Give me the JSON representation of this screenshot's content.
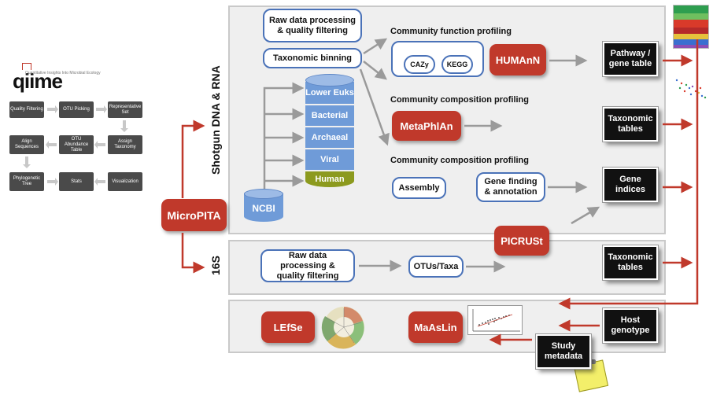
{
  "qiime": {
    "logo": "qiime",
    "tagline": "Quantitative Insights Into Microbial Ecology",
    "steps": [
      "Quality Filtering",
      "OTU Picking",
      "Representative Set",
      "Assign Taxonomy",
      "OTU Abundance Table",
      "Align Sequences",
      "Phylogenetic Tree",
      "Stats",
      "Visualization"
    ]
  },
  "micropita": "MicroPITA",
  "labels": {
    "shotgun": "Shotgun DNA & RNA",
    "s16": "16S"
  },
  "shotgun": {
    "raw_data": "Raw data processing & quality filtering",
    "taxonomic_binning": "Taxonomic binning",
    "community_function": "Community function profiling",
    "cazy": "CAZy",
    "kegg": "KEGG",
    "humann": "HUMAnN",
    "community_composition_1": "Community composition profiling",
    "metaphlan": "MetaPhlAn",
    "community_composition_2": "Community composition profiling",
    "assembly": "Assembly",
    "gene_finding": "Gene finding & annotation",
    "db_segments": [
      "Lower Euks",
      "Bacterial",
      "Archaeal",
      "Viral",
      "Human"
    ],
    "ncbi": "NCBI"
  },
  "picrust": "PICRUSt",
  "s16": {
    "raw_data": "Raw data processing & quality filtering",
    "otus": "OTUs/Taxa"
  },
  "outputs": {
    "pathway": "Pathway / gene table",
    "taxonomic_1": "Taxonomic tables",
    "gene_indices": "Gene indices",
    "taxonomic_2": "Taxonomic tables",
    "host_genotype": "Host genotype",
    "study_metadata": "Study metadata"
  },
  "bottom": {
    "lefse": "LEfSe",
    "maaslin": "MaAsLin"
  },
  "colors": {
    "red": "#c0392b",
    "blue_border": "#4a72b8",
    "panel": "#efefef",
    "human": "#8c9a1e",
    "db_blue": "#6f9bd8"
  }
}
